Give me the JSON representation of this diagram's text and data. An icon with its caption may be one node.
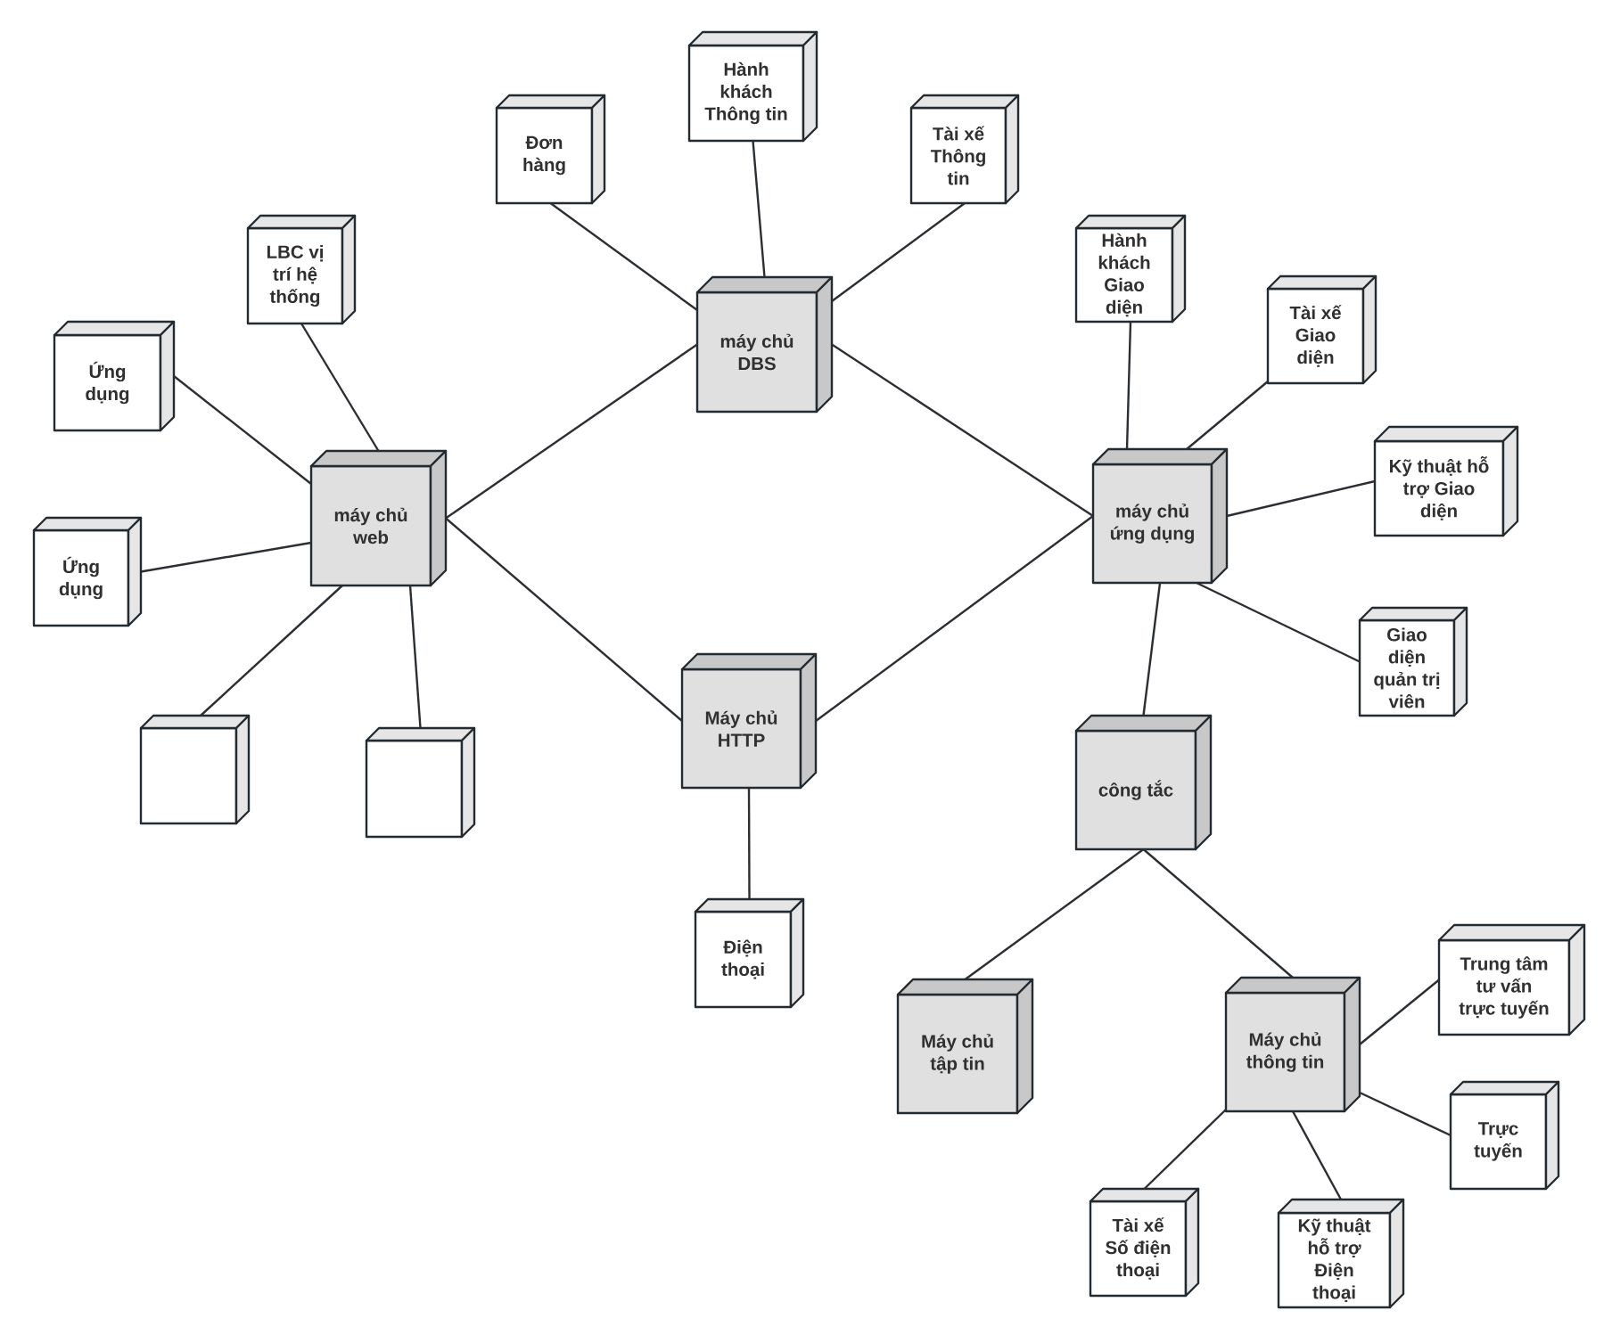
{
  "diagram": {
    "nodes": [
      {
        "text": [
          "Hành khách Thông tin"
        ]
      },
      {
        "text": [
          "Đơn hàng"
        ]
      },
      {
        "text": [
          "Tài xế Thông tin"
        ]
      },
      {
        "text": [
          "LBC vị trí hệ thống"
        ]
      },
      {
        "text": [
          "Hành khách Giao diện"
        ]
      },
      {
        "text": [
          "Tài xế Giao diện"
        ]
      },
      {
        "text": [
          "máy chủ DBS"
        ]
      },
      {
        "text": [
          "Ứng dụng"
        ]
      },
      {
        "text": [
          "Kỹ thuật hỗ trợ Giao diện"
        ]
      },
      {
        "text": [
          "máy chủ web"
        ]
      },
      {
        "text": [
          "máy chủ ứng dụng"
        ]
      },
      {
        "text": [
          "Ứng dụng"
        ]
      },
      {
        "text": [
          "Giao diện quản trị viên"
        ]
      },
      {
        "text": [
          "Máy chủ HTTP"
        ]
      },
      {
        "text": [],
        "shape": "box"
      },
      {
        "text": [
          "công tắc"
        ]
      },
      {
        "text": [],
        "shape": "box"
      },
      {
        "text": [
          "Điện thoại"
        ]
      },
      {
        "text": [
          "Trung tâm tư vấn trực tuyến"
        ]
      },
      {
        "text": [
          "Máy chủ tập tin"
        ]
      },
      {
        "text": [
          "Máy chủ thông tin"
        ]
      },
      {
        "text": [
          "Trực tuyến"
        ]
      },
      {
        "text": [
          "Tài xế Số điện thoại"
        ]
      },
      {
        "text": [
          "Kỹ thuật hỗ trợ Điện thoại"
        ]
      }
    ],
    "edges": [
      {
        "from": 9,
        "to": 6,
        "arrow": "none"
      },
      {
        "from": 9,
        "to": 13,
        "arrow": "none"
      },
      {
        "from": 6,
        "to": 10,
        "arrow": "none"
      },
      {
        "from": 13,
        "to": 10,
        "arrow": "none"
      },
      {
        "from": 6,
        "to": 1,
        "arrow": "none"
      },
      {
        "from": 6,
        "to": 0,
        "arrow": "none"
      },
      {
        "from": 6,
        "to": 2,
        "arrow": "none"
      },
      {
        "from": 9,
        "to": 3,
        "arrow": "none"
      },
      {
        "from": 9,
        "to": 7,
        "arrow": "none"
      },
      {
        "from": 9,
        "to": 11,
        "arrow": "none"
      },
      {
        "from": 9,
        "to": 14,
        "arrow": "none"
      },
      {
        "from": 9,
        "to": 16,
        "arrow": "none"
      },
      {
        "from": 13,
        "to": 17,
        "arrow": "none"
      },
      {
        "from": 10,
        "to": 4,
        "arrow": "none"
      },
      {
        "from": 10,
        "to": 5,
        "arrow": "none"
      },
      {
        "from": 10,
        "to": 8,
        "arrow": "none"
      },
      {
        "from": 10,
        "to": 12,
        "arrow": "none"
      },
      {
        "from": 10,
        "to": 15,
        "arrow": "none"
      },
      {
        "from": 15,
        "to": 19,
        "arrow": "none"
      },
      {
        "from": 15,
        "to": 20,
        "arrow": "none"
      },
      {
        "from": 20,
        "to": 18,
        "arrow": "none"
      },
      {
        "from": 20,
        "to": 21,
        "arrow": "none"
      },
      {
        "from": 20,
        "to": 22,
        "arrow": "none"
      },
      {
        "from": 20,
        "to": 23,
        "arrow": "none"
      }
    ]
  }
}
